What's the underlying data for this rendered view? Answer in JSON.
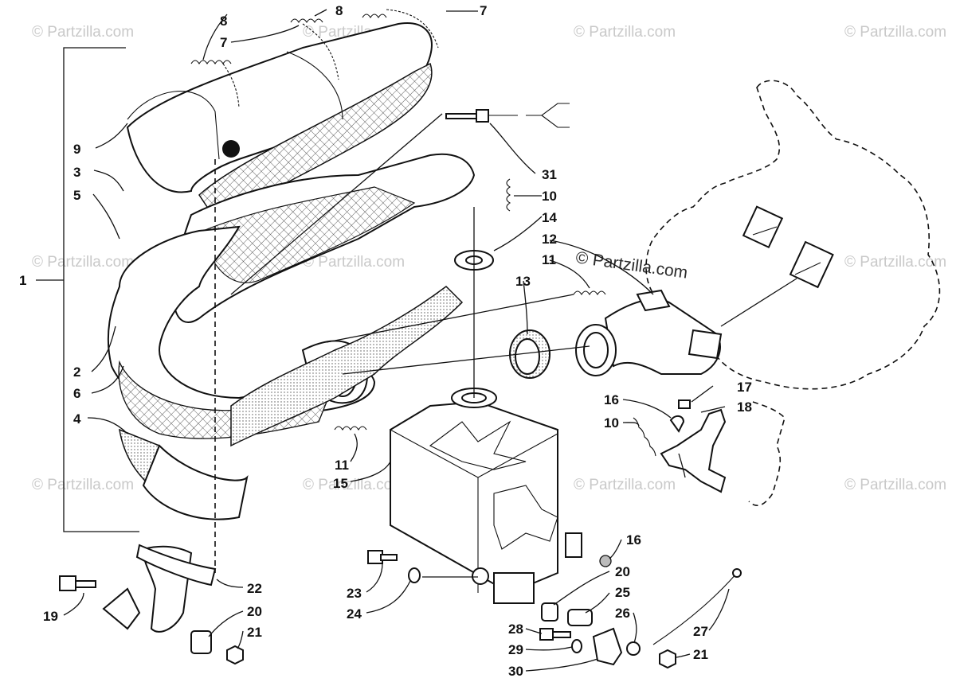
{
  "diagram": {
    "watermark_text": "© Partzilla.com",
    "callouts": [
      {
        "id": "c1",
        "number": "1"
      },
      {
        "id": "c2",
        "number": "2"
      },
      {
        "id": "c3",
        "number": "3"
      },
      {
        "id": "c4",
        "number": "4"
      },
      {
        "id": "c5",
        "number": "5"
      },
      {
        "id": "c6",
        "number": "6"
      },
      {
        "id": "c7a",
        "number": "7"
      },
      {
        "id": "c7b",
        "number": "7"
      },
      {
        "id": "c8a",
        "number": "8"
      },
      {
        "id": "c8b",
        "number": "8"
      },
      {
        "id": "c9",
        "number": "9"
      },
      {
        "id": "c10a",
        "number": "10"
      },
      {
        "id": "c10b",
        "number": "10"
      },
      {
        "id": "c11a",
        "number": "11"
      },
      {
        "id": "c11b",
        "number": "11"
      },
      {
        "id": "c12",
        "number": "12"
      },
      {
        "id": "c13",
        "number": "13"
      },
      {
        "id": "c14",
        "number": "14"
      },
      {
        "id": "c15",
        "number": "15"
      },
      {
        "id": "c16a",
        "number": "16"
      },
      {
        "id": "c16b",
        "number": "16"
      },
      {
        "id": "c17",
        "number": "17"
      },
      {
        "id": "c18",
        "number": "18"
      },
      {
        "id": "c19",
        "number": "19"
      },
      {
        "id": "c20a",
        "number": "20"
      },
      {
        "id": "c20b",
        "number": "20"
      },
      {
        "id": "c21a",
        "number": "21"
      },
      {
        "id": "c21b",
        "number": "21"
      },
      {
        "id": "c22",
        "number": "22"
      },
      {
        "id": "c23",
        "number": "23"
      },
      {
        "id": "c24",
        "number": "24"
      },
      {
        "id": "c25",
        "number": "25"
      },
      {
        "id": "c26",
        "number": "26"
      },
      {
        "id": "c27",
        "number": "27"
      },
      {
        "id": "c28",
        "number": "28"
      },
      {
        "id": "c29",
        "number": "29"
      },
      {
        "id": "c30",
        "number": "30"
      },
      {
        "id": "c31",
        "number": "31"
      }
    ]
  }
}
